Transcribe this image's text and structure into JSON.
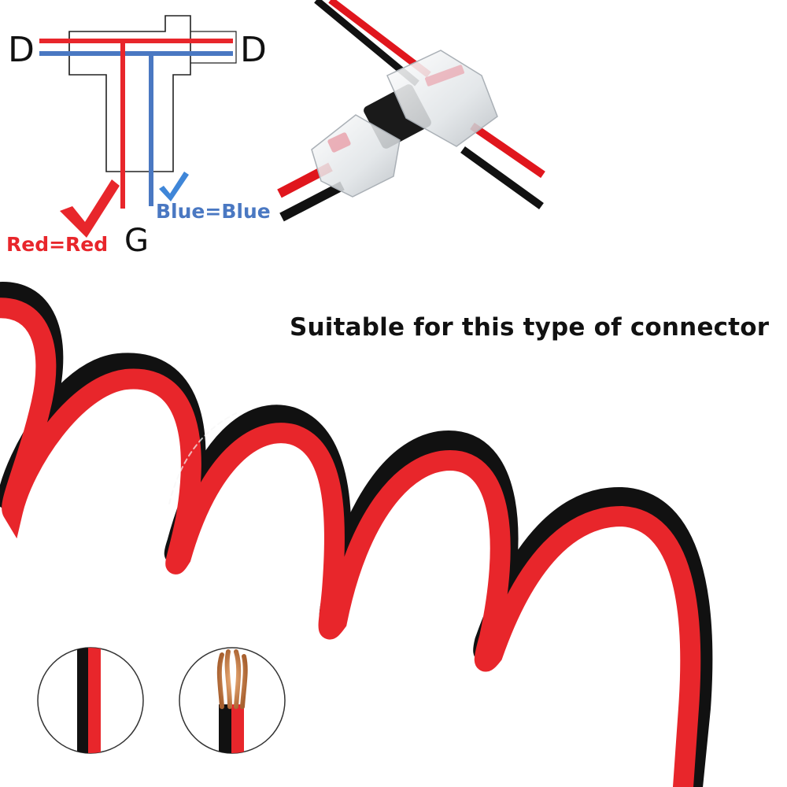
{
  "diagram": {
    "label_left": "D",
    "label_right": "D",
    "label_bottom": "G",
    "red_caption": "Red=Red",
    "blue_caption": "Blue=Blue"
  },
  "headline": "Suitable for this type of connector",
  "colors": {
    "wire_red": "#e8262b",
    "wire_blue": "#4a78c2",
    "wire_black": "#111111",
    "check_red": "#e8262b",
    "check_blue": "#3f86d8",
    "copper": "#c9814f"
  }
}
